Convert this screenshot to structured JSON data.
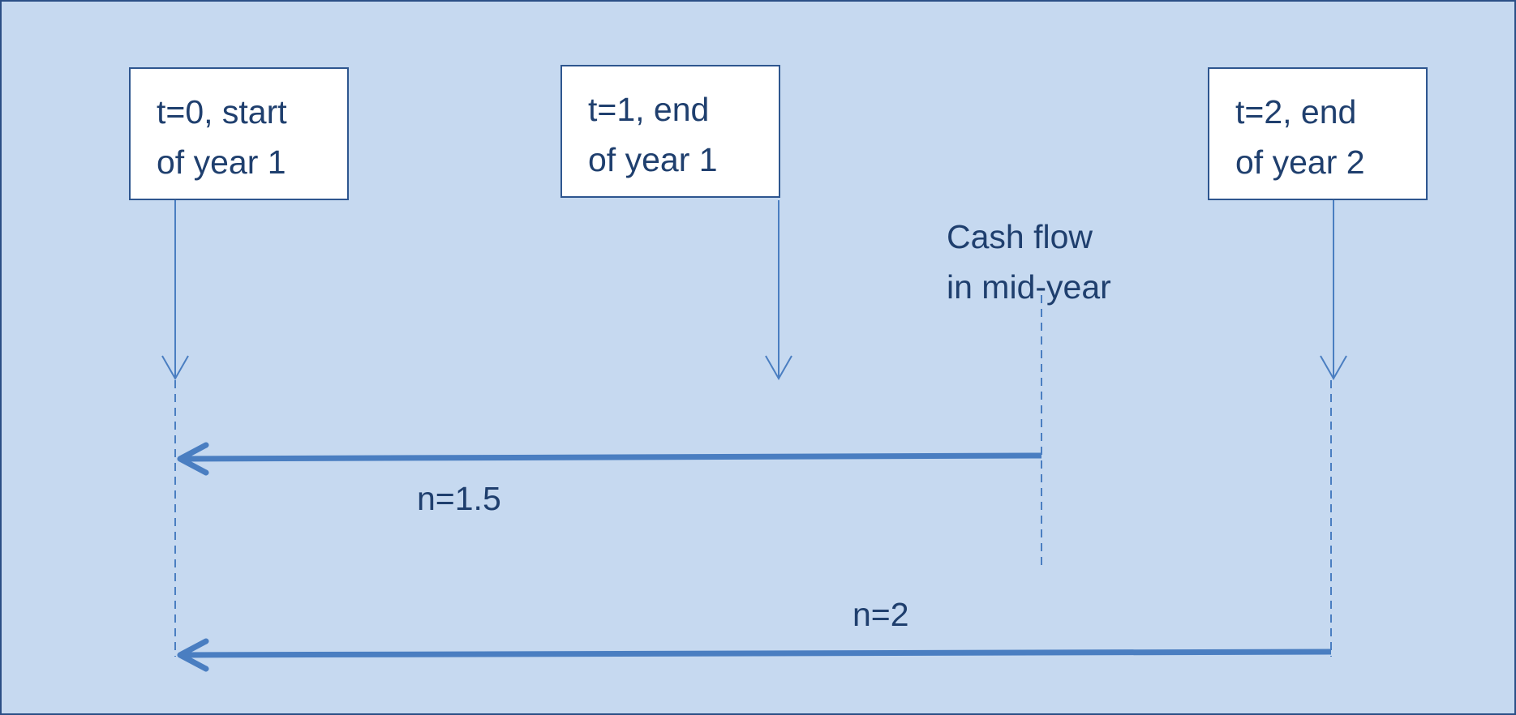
{
  "boxes": [
    {
      "line1": "t=0, start",
      "line2": "of year 1"
    },
    {
      "line1": "t=1, end",
      "line2": "of year 1"
    },
    {
      "line1": "t=2, end",
      "line2": "of year 2"
    }
  ],
  "cash_flow_note": {
    "line1": "Cash flow",
    "line2": "in mid-year"
  },
  "periods": [
    {
      "label": "n=1.5"
    },
    {
      "label": "n=2"
    }
  ],
  "colors": {
    "background": "#c6d9f0",
    "border": "#2b4f86",
    "line": "#4a7ec1",
    "text": "#1f3f6e",
    "box_fill": "#ffffff"
  }
}
